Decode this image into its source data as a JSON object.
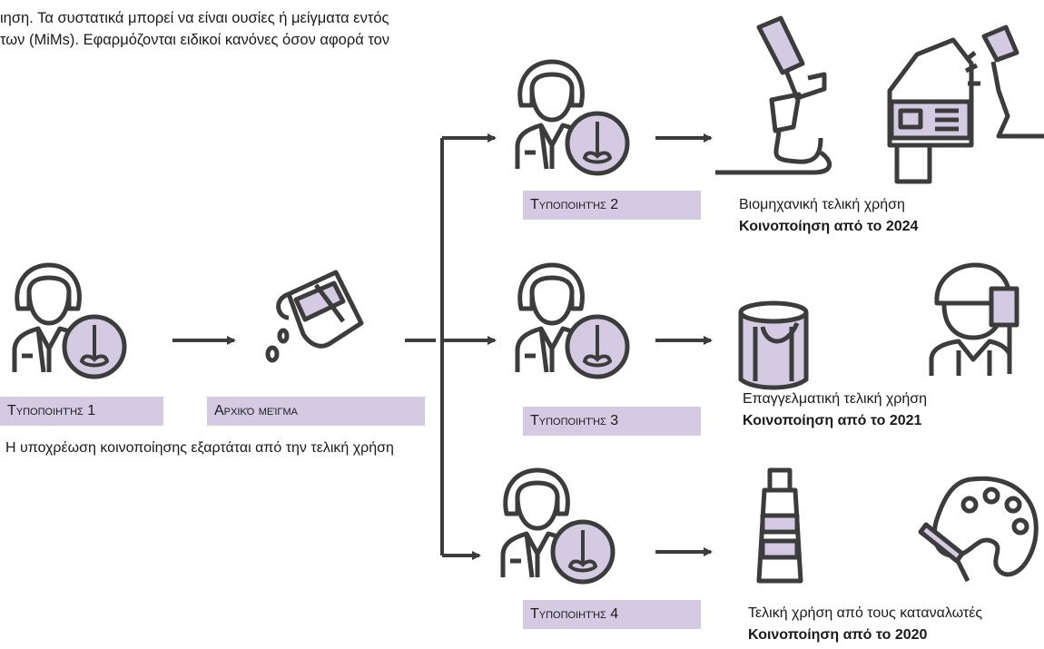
{
  "intro": {
    "line1": "ιηση. Τα συστατικά μπορεί να είναι ουσίες ή μείγματα εντός",
    "line2": "των (MiMs). Εφαρμόζονται ειδικοί κανόνες όσον αφορά τον"
  },
  "formulators": {
    "f1": "Τυποποιητής 1",
    "f2": "Τυποποιητής 2",
    "f3": "Τυποποιητής 3",
    "f4": "Τυποποιητής 4"
  },
  "initial_mixture": "Αρχικό μείγμα",
  "note": "Η υποχρέωση κοινοποίησης εξαρτάται από την τελική χρήση",
  "uses": {
    "industrial": {
      "label": "Βιομηχανική τελική χρήση",
      "deadline": "Κοινοποίηση από το 2024"
    },
    "professional": {
      "label": "Επαγγελματική τελική χρήση",
      "deadline": "Κοινοποίηση από το 2021"
    },
    "consumer": {
      "label": "Τελική χρήση από τους καταναλωτές",
      "deadline": "Κοινοποίηση από το 2020"
    }
  },
  "colors": {
    "accent": "#d4cbe3",
    "stroke": "#3c3c3c"
  }
}
